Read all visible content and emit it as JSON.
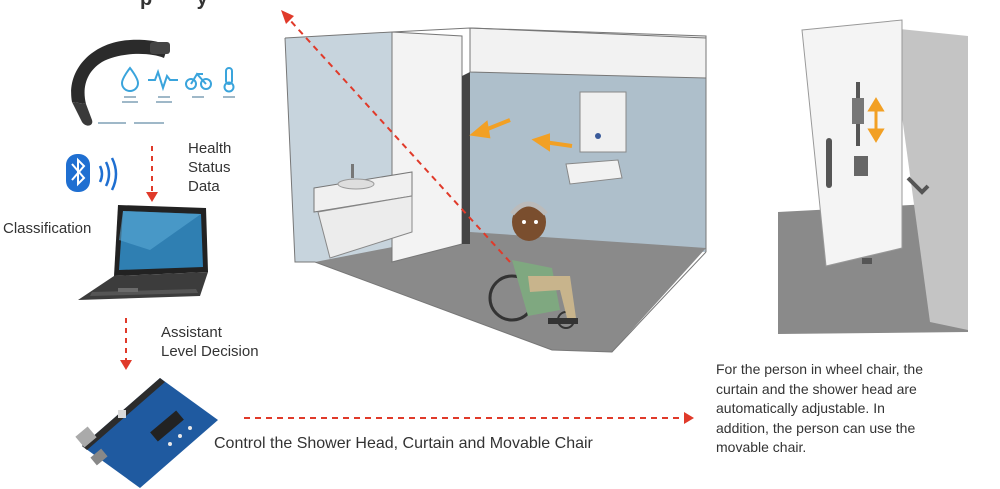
{
  "title_fragment": "p        y",
  "labels": {
    "health": [
      "Health",
      "Status",
      "Data"
    ],
    "classification": "Classification",
    "assistant": [
      "Assistant",
      "Level Decision"
    ],
    "control": "Control the Shower Head, Curtain and Movable Chair"
  },
  "description": [
    "For the person in wheel chair, the",
    "curtain and the shower head are",
    "automatically adjustable.  In",
    "addition, the person can use the",
    "movable chair."
  ],
  "colors": {
    "arrow_red": "#e03a2a",
    "arrow_orange": "#f2a024",
    "sensor_blue": "#3aa4dc",
    "board_blue": "#1f5aa0"
  }
}
